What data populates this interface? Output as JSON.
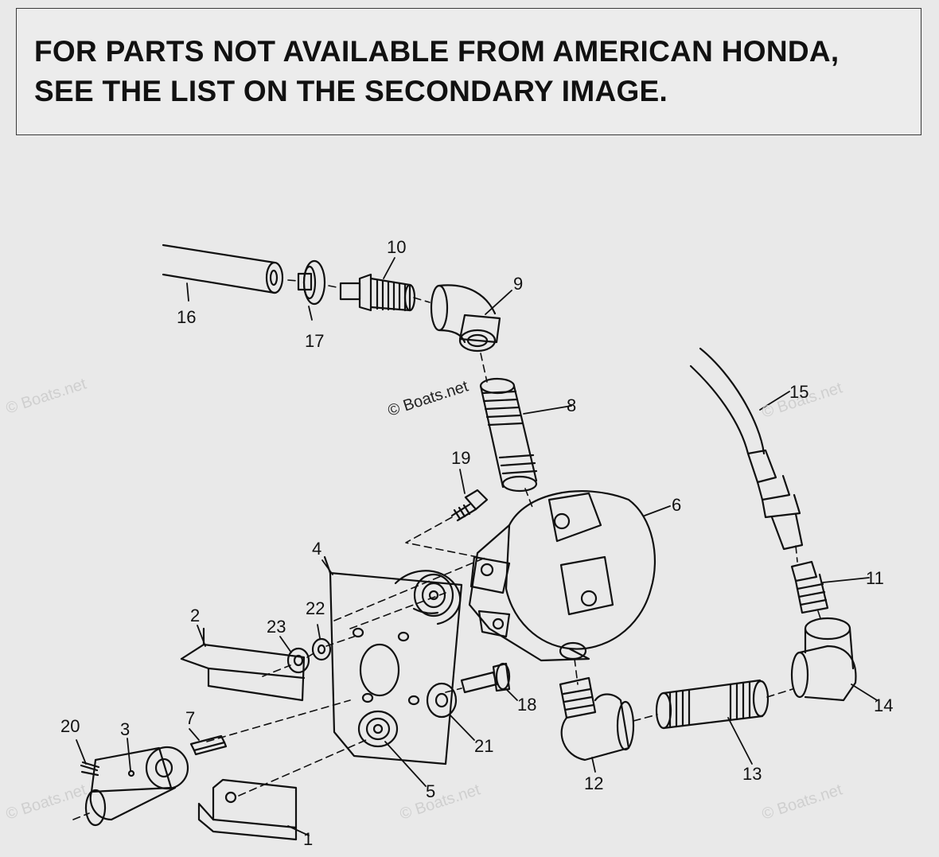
{
  "notice": {
    "line1": "FOR PARTS NOT AVAILABLE FROM AMERICAN HONDA,",
    "line2": "SEE THE LIST ON THE SECONDARY IMAGE."
  },
  "watermarks": {
    "main": "© Boats.net",
    "faint": "© Boats.net"
  },
  "callouts": {
    "c1": "1",
    "c2": "2",
    "c3": "3",
    "c4": "4",
    "c5": "5",
    "c6": "6",
    "c7": "7",
    "c8": "8",
    "c9": "9",
    "c10": "10",
    "c11": "11",
    "c12": "12",
    "c13": "13",
    "c14": "14",
    "c15": "15",
    "c16": "16",
    "c17": "17",
    "c18": "18",
    "c19": "19",
    "c20": "20",
    "c21": "21",
    "c22": "22",
    "c23": "23"
  },
  "colors": {
    "ink": "#111111",
    "background": "#e9e9e9",
    "watermark": "#cfcfcf"
  }
}
